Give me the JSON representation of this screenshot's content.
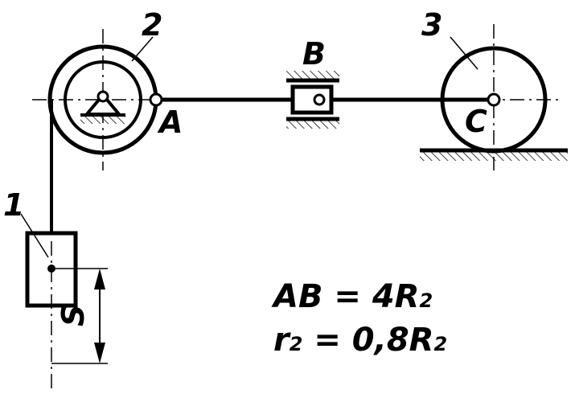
{
  "labels": {
    "body1": "1",
    "body2": "2",
    "body3": "3",
    "pointA": "A",
    "pointB": "B",
    "pointC": "C",
    "displacement": "S"
  },
  "formulas": {
    "line1": {
      "lhs": "AB = 4R",
      "sub": "2"
    },
    "line2": {
      "lhs": "r",
      "lsub": "2",
      "mid": " = 0,8R",
      "rsub": "2"
    }
  },
  "colors": {
    "ink": "#000000",
    "background": "#ffffff"
  }
}
